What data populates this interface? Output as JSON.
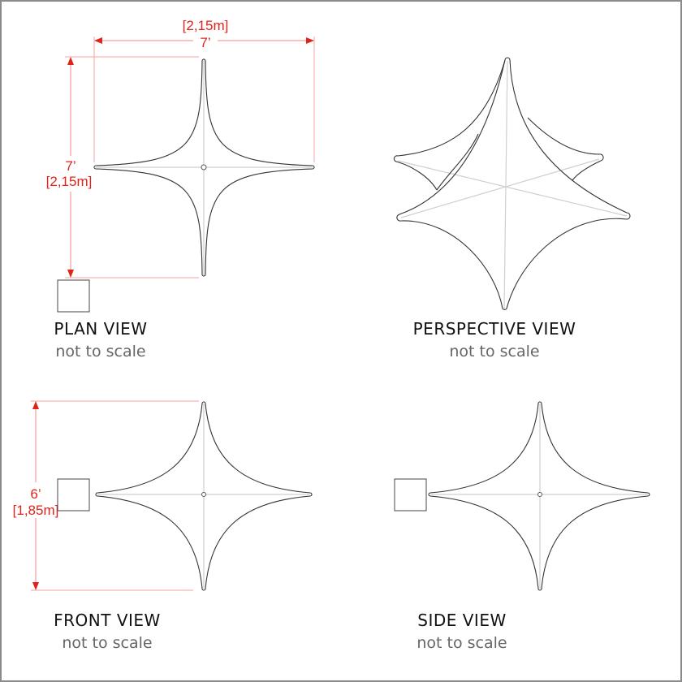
{
  "views": {
    "plan": {
      "title": "PLAN VIEW",
      "note": "not to scale"
    },
    "perspective": {
      "title": "PERSPECTIVE VIEW",
      "note": "not to scale"
    },
    "front": {
      "title": "FRONT VIEW",
      "note": "not to scale"
    },
    "side": {
      "title": "SIDE VIEW",
      "note": "not to scale"
    }
  },
  "dimensions": {
    "plan_width": {
      "imperial": "7’",
      "metric": "[2,15m]"
    },
    "plan_depth": {
      "imperial": "7’",
      "metric": "[2,15m]"
    },
    "front_height": {
      "imperial": "6’",
      "metric": "[1,85m]"
    }
  },
  "colors": {
    "dimension": "#e0231b",
    "outline": "#333333",
    "frame": "#cfcfcf"
  }
}
